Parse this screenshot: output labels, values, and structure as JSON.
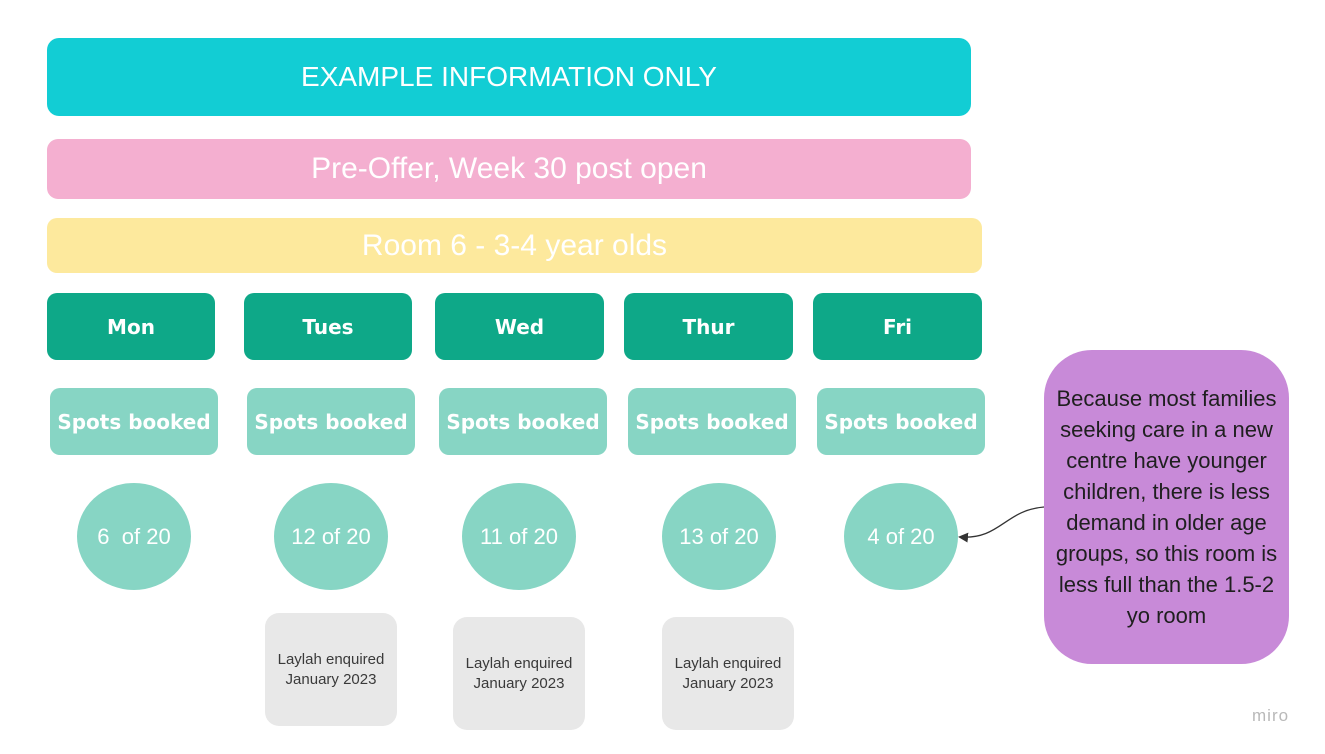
{
  "banners": {
    "info": "EXAMPLE INFORMATION ONLY",
    "pre_offer": "Pre-Offer, Week 30 post open",
    "room": "Room 6 - 3-4 year olds"
  },
  "days": [
    {
      "label": "Mon",
      "spots_label": "Spots booked",
      "booked": "6  of 20",
      "note": ""
    },
    {
      "label": "Tues",
      "spots_label": "Spots booked",
      "booked": "12 of 20",
      "note": "Laylah enquired January 2023"
    },
    {
      "label": "Wed",
      "spots_label": "Spots booked",
      "booked": "11 of 20",
      "note": "Laylah enquired January 2023"
    },
    {
      "label": "Thur",
      "spots_label": "Spots booked",
      "booked": "13 of 20",
      "note": "Laylah enquired January 2023"
    },
    {
      "label": "Fri",
      "spots_label": "Spots booked",
      "booked": "4 of 20",
      "note": ""
    }
  ],
  "callout": "Because most families seeking care in a new centre have younger children, there is less demand in older age groups, so this room is less full than the 1.5-2 yo room",
  "watermark": "miro",
  "colors": {
    "info_banner": "#12cdd4",
    "pre_offer_banner": "#f4afd0",
    "room_banner": "#fde99d",
    "day_header": "#0ea888",
    "spots": "#87d5c4",
    "note": "#e8e8e8",
    "callout": "#c88ad8"
  }
}
